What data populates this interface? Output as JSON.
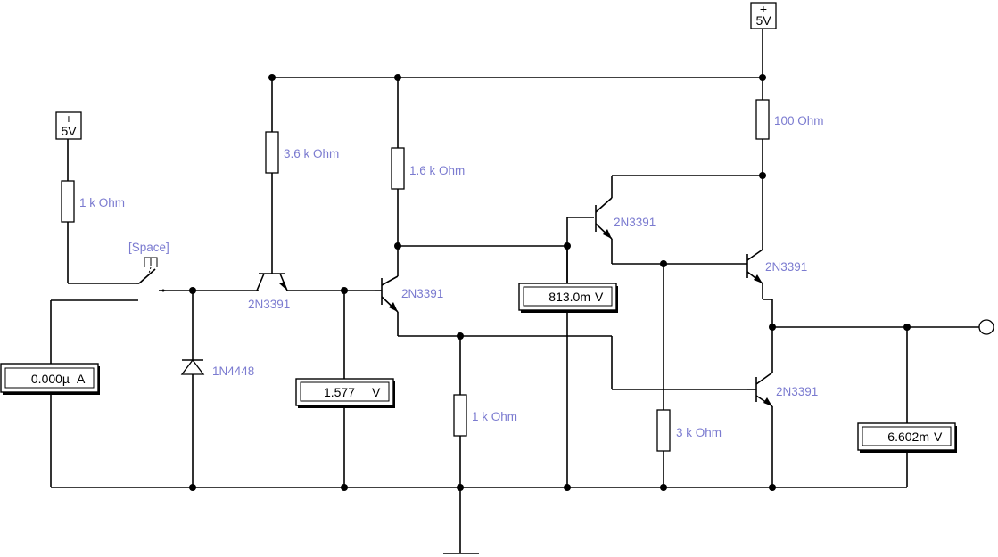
{
  "supplies": {
    "top": "5V",
    "left": "5V",
    "plus": "+"
  },
  "resistors": {
    "r_input": "1 k Ohm",
    "r_bias": "3.6 k Ohm",
    "r_collector": "1.6 k Ohm",
    "r_emitter": "1 k Ohm",
    "r_divider": "3 k Ohm",
    "r_output": "100  Ohm"
  },
  "transistors": {
    "q_switch": "2N3391",
    "q_main": "2N3391",
    "q_mid": "2N3391",
    "q_upper_out": "2N3391",
    "q_lower_out": "2N3391"
  },
  "diode": "1N4448",
  "switch": {
    "key": "[Space]"
  },
  "meters": {
    "ammeter": {
      "value": "0.000µ",
      "unit": "A"
    },
    "voltmeter_base": {
      "value": "1.577",
      "unit": "V"
    },
    "voltmeter_collector": {
      "value": "813.0m",
      "unit": "V"
    },
    "voltmeter_output": {
      "value": "6.602m",
      "unit": "V"
    }
  }
}
